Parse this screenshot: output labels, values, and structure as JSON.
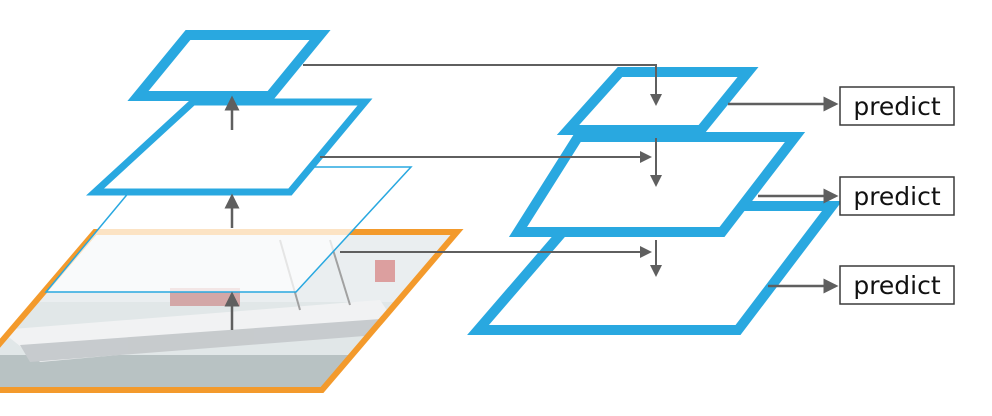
{
  "outputs": [
    {
      "label": "predict"
    },
    {
      "label": "predict"
    },
    {
      "label": "predict"
    }
  ],
  "colors": {
    "feature_map": "#29a8e0",
    "image_frame": "#f39a2c",
    "arrow": "#5f5f5f",
    "box_border": "#3a3a3a"
  },
  "image_content": "photo-of-sailboat-faded"
}
